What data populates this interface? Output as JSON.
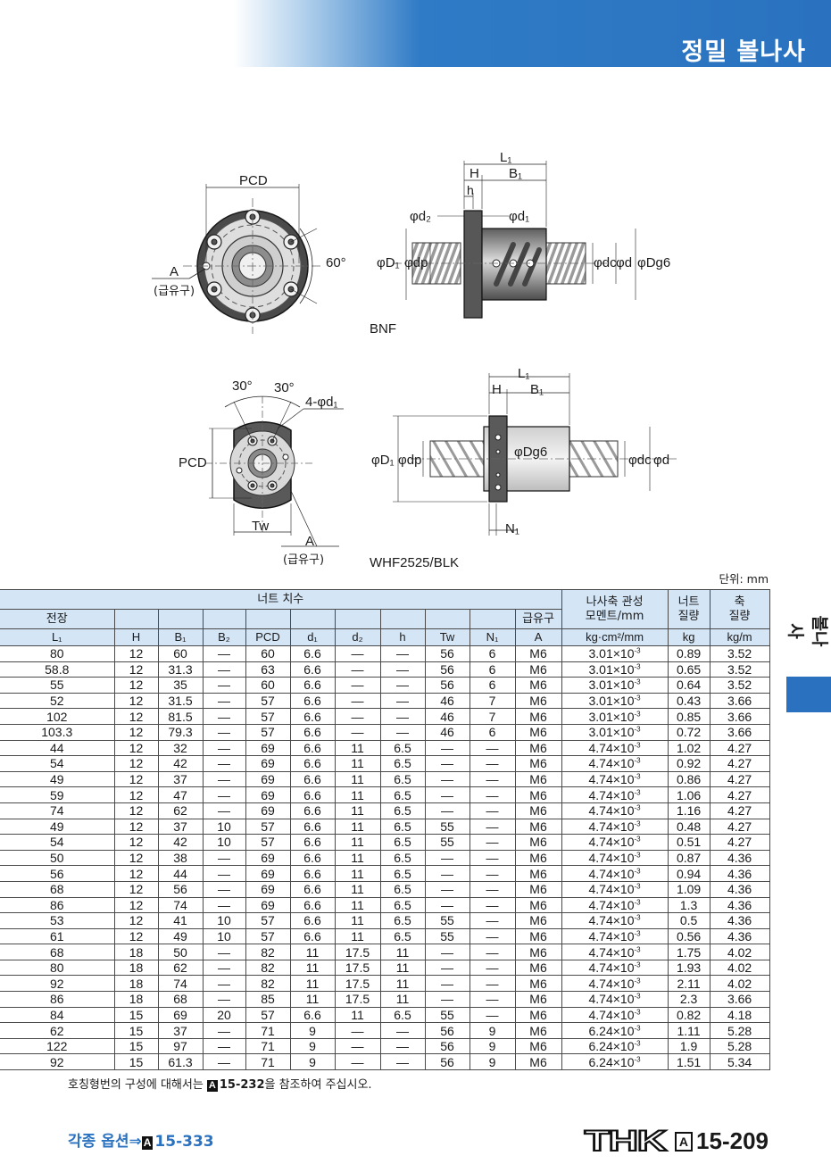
{
  "header": {
    "title": "정밀 볼나사"
  },
  "figures": {
    "top": {
      "pcd": "PCD",
      "angle": "60°",
      "a": "A",
      "a_note": "(급유구)",
      "l1": "L₁",
      "h": "H",
      "b1": "B₁",
      "h_small": "h",
      "d2": "φd₂",
      "d1": "φd₁",
      "D1": "φD₁",
      "dp": "φdp",
      "dc": "φdc",
      "d": "φd",
      "dg6": "φDg6",
      "name": "BNF"
    },
    "bottom": {
      "a30a": "30°",
      "a30b": "30°",
      "holes": "4-φd₁",
      "pcd": "PCD",
      "tw": "Tw",
      "a": "A",
      "a_note": "(급유구)",
      "l1": "L₁",
      "h": "H",
      "b1": "B₁",
      "D1": "φD₁",
      "dp": "φdp",
      "dg6": "φDg6",
      "dc": "φdc",
      "d": "φd",
      "n1": "N₁",
      "name": "WHF2525/BLK"
    }
  },
  "unit_label": "단위: mm",
  "table": {
    "group_header": "너트 치수",
    "moment_header": [
      "나사축 관성",
      "모멘트/mm"
    ],
    "nut_mass_header": [
      "너트",
      "질량"
    ],
    "shaft_mass_header": [
      "축",
      "질량"
    ],
    "length_header": "전장",
    "oil_header": "급유구",
    "columns": [
      "L₁",
      "H",
      "B₁",
      "B₂",
      "PCD",
      "d₁",
      "d₂",
      "h",
      "Tw",
      "N₁",
      "A",
      "kg·cm²/mm",
      "kg",
      "kg/m"
    ],
    "rows": [
      [
        "80",
        "12",
        "60",
        "—",
        "60",
        "6.6",
        "—",
        "—",
        "56",
        "6",
        "M6",
        "3.01×10",
        "-3",
        "0.89",
        "3.52"
      ],
      [
        "58.8",
        "12",
        "31.3",
        "—",
        "63",
        "6.6",
        "—",
        "—",
        "56",
        "6",
        "M6",
        "3.01×10",
        "-3",
        "0.65",
        "3.52"
      ],
      [
        "55",
        "12",
        "35",
        "—",
        "60",
        "6.6",
        "—",
        "—",
        "56",
        "6",
        "M6",
        "3.01×10",
        "-3",
        "0.64",
        "3.52"
      ],
      [
        "52",
        "12",
        "31.5",
        "—",
        "57",
        "6.6",
        "—",
        "—",
        "46",
        "7",
        "M6",
        "3.01×10",
        "-3",
        "0.43",
        "3.66"
      ],
      [
        "102",
        "12",
        "81.5",
        "—",
        "57",
        "6.6",
        "—",
        "—",
        "46",
        "7",
        "M6",
        "3.01×10",
        "-3",
        "0.85",
        "3.66"
      ],
      [
        "103.3",
        "12",
        "79.3",
        "—",
        "57",
        "6.6",
        "—",
        "—",
        "46",
        "6",
        "M6",
        "3.01×10",
        "-3",
        "0.72",
        "3.66"
      ],
      [
        "44",
        "12",
        "32",
        "—",
        "69",
        "6.6",
        "11",
        "6.5",
        "—",
        "—",
        "M6",
        "4.74×10",
        "-3",
        "1.02",
        "4.27"
      ],
      [
        "54",
        "12",
        "42",
        "—",
        "69",
        "6.6",
        "11",
        "6.5",
        "—",
        "—",
        "M6",
        "4.74×10",
        "-3",
        "0.92",
        "4.27"
      ],
      [
        "49",
        "12",
        "37",
        "—",
        "69",
        "6.6",
        "11",
        "6.5",
        "—",
        "—",
        "M6",
        "4.74×10",
        "-3",
        "0.86",
        "4.27"
      ],
      [
        "59",
        "12",
        "47",
        "—",
        "69",
        "6.6",
        "11",
        "6.5",
        "—",
        "—",
        "M6",
        "4.74×10",
        "-3",
        "1.06",
        "4.27"
      ],
      [
        "74",
        "12",
        "62",
        "—",
        "69",
        "6.6",
        "11",
        "6.5",
        "—",
        "—",
        "M6",
        "4.74×10",
        "-3",
        "1.16",
        "4.27"
      ],
      [
        "49",
        "12",
        "37",
        "10",
        "57",
        "6.6",
        "11",
        "6.5",
        "55",
        "—",
        "M6",
        "4.74×10",
        "-3",
        "0.48",
        "4.27"
      ],
      [
        "54",
        "12",
        "42",
        "10",
        "57",
        "6.6",
        "11",
        "6.5",
        "55",
        "—",
        "M6",
        "4.74×10",
        "-3",
        "0.51",
        "4.27"
      ],
      [
        "50",
        "12",
        "38",
        "—",
        "69",
        "6.6",
        "11",
        "6.5",
        "—",
        "—",
        "M6",
        "4.74×10",
        "-3",
        "0.87",
        "4.36"
      ],
      [
        "56",
        "12",
        "44",
        "—",
        "69",
        "6.6",
        "11",
        "6.5",
        "—",
        "—",
        "M6",
        "4.74×10",
        "-3",
        "0.94",
        "4.36"
      ],
      [
        "68",
        "12",
        "56",
        "—",
        "69",
        "6.6",
        "11",
        "6.5",
        "—",
        "—",
        "M6",
        "4.74×10",
        "-3",
        "1.09",
        "4.36"
      ],
      [
        "86",
        "12",
        "74",
        "—",
        "69",
        "6.6",
        "11",
        "6.5",
        "—",
        "—",
        "M6",
        "4.74×10",
        "-3",
        "1.3",
        "4.36"
      ],
      [
        "53",
        "12",
        "41",
        "10",
        "57",
        "6.6",
        "11",
        "6.5",
        "55",
        "—",
        "M6",
        "4.74×10",
        "-3",
        "0.5",
        "4.36"
      ],
      [
        "61",
        "12",
        "49",
        "10",
        "57",
        "6.6",
        "11",
        "6.5",
        "55",
        "—",
        "M6",
        "4.74×10",
        "-3",
        "0.56",
        "4.36"
      ],
      [
        "68",
        "18",
        "50",
        "—",
        "82",
        "11",
        "17.5",
        "11",
        "—",
        "—",
        "M6",
        "4.74×10",
        "-3",
        "1.75",
        "4.02"
      ],
      [
        "80",
        "18",
        "62",
        "—",
        "82",
        "11",
        "17.5",
        "11",
        "—",
        "—",
        "M6",
        "4.74×10",
        "-3",
        "1.93",
        "4.02"
      ],
      [
        "92",
        "18",
        "74",
        "—",
        "82",
        "11",
        "17.5",
        "11",
        "—",
        "—",
        "M6",
        "4.74×10",
        "-3",
        "2.11",
        "4.02"
      ],
      [
        "86",
        "18",
        "68",
        "—",
        "85",
        "11",
        "17.5",
        "11",
        "—",
        "—",
        "M6",
        "4.74×10",
        "-3",
        "2.3",
        "3.66"
      ],
      [
        "84",
        "15",
        "69",
        "20",
        "57",
        "6.6",
        "11",
        "6.5",
        "55",
        "—",
        "M6",
        "4.74×10",
        "-3",
        "0.82",
        "4.18"
      ],
      [
        "62",
        "15",
        "37",
        "—",
        "71",
        "9",
        "—",
        "—",
        "56",
        "9",
        "M6",
        "6.24×10",
        "-3",
        "1.11",
        "5.28"
      ],
      [
        "122",
        "15",
        "97",
        "—",
        "71",
        "9",
        "—",
        "—",
        "56",
        "9",
        "M6",
        "6.24×10",
        "-3",
        "1.9",
        "5.28"
      ],
      [
        "92",
        "15",
        "61.3",
        "—",
        "71",
        "9",
        "—",
        "—",
        "56",
        "9",
        "M6",
        "6.24×10",
        "-3",
        "1.51",
        "5.34"
      ]
    ]
  },
  "note": {
    "prefix": "호칭형번의 구성에 대해서는 ",
    "badge": "A",
    "ref": "15-232",
    "suffix": "을 참조하여 주십시오."
  },
  "sidebar": {
    "label": "볼나사"
  },
  "footer": {
    "left_text": "각종 옵션⇒",
    "left_badge": "A",
    "left_ref": "15-333",
    "brand": "THK",
    "page_badge": "A",
    "page": "15-209"
  }
}
